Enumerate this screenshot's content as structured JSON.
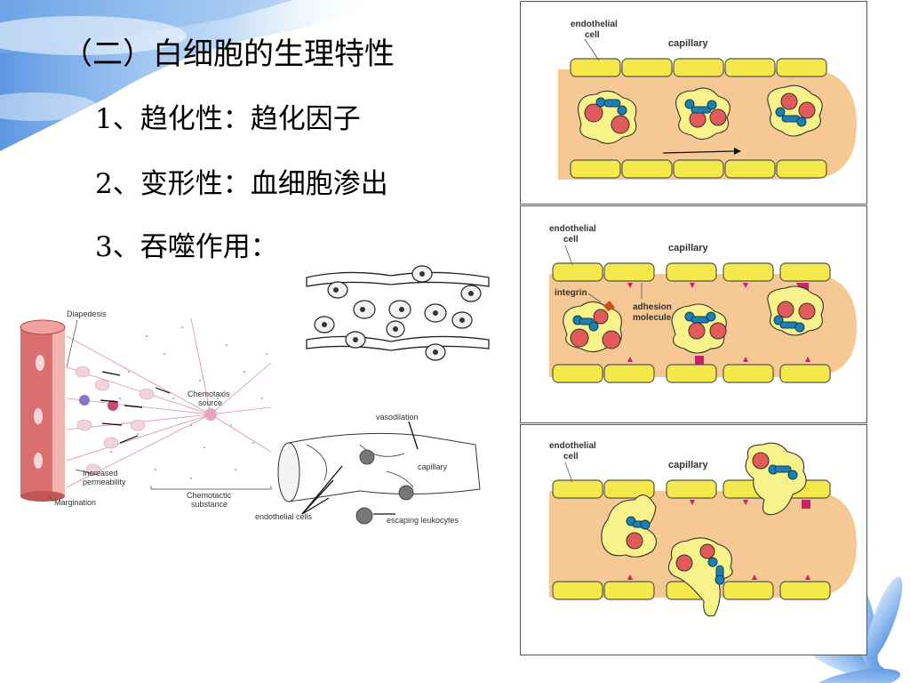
{
  "slide": {
    "heading": "（二）白细胞的生理特性",
    "item1": "1、趋化性：趋化因子",
    "item2": "2、变形性：血细胞渗出",
    "item3": "3、吞噬作用："
  },
  "fig_chemotaxis": {
    "diapedesis": "Diapedesis",
    "source_l1": "Chemotaxis",
    "source_l2": "source",
    "perm_l1": "Increased",
    "perm_l2": "permeability",
    "margination": "Margination",
    "subst_l1": "Chemotactic",
    "subst_l2": "substance"
  },
  "fig_capillary": {
    "vasodilation": "vasodilation",
    "capillary": "capillary",
    "endothelial_cells": "endothelial cells",
    "escaping": "escaping leukocytes"
  },
  "panel1": {
    "endo_l1": "endothelial",
    "endo_l2": "cell",
    "capillary": "capillary"
  },
  "panel2": {
    "endo_l1": "endothelial",
    "endo_l2": "cell",
    "capillary": "capillary",
    "integrin": "integrin",
    "adh_l1": "adhesion",
    "adh_l2": "molecule"
  },
  "panel3": {
    "endo_l1": "endothelial",
    "endo_l2": "cell",
    "capillary": "capillary"
  },
  "colors": {
    "vessel": "#f6c894",
    "endothelium": "#f5e84a",
    "cell": "#f7f28a",
    "nucleus": "#e25a5a",
    "granule": "#1f7fb0",
    "molecule": "#cc1f6a",
    "sky": "#6fa7e8"
  }
}
